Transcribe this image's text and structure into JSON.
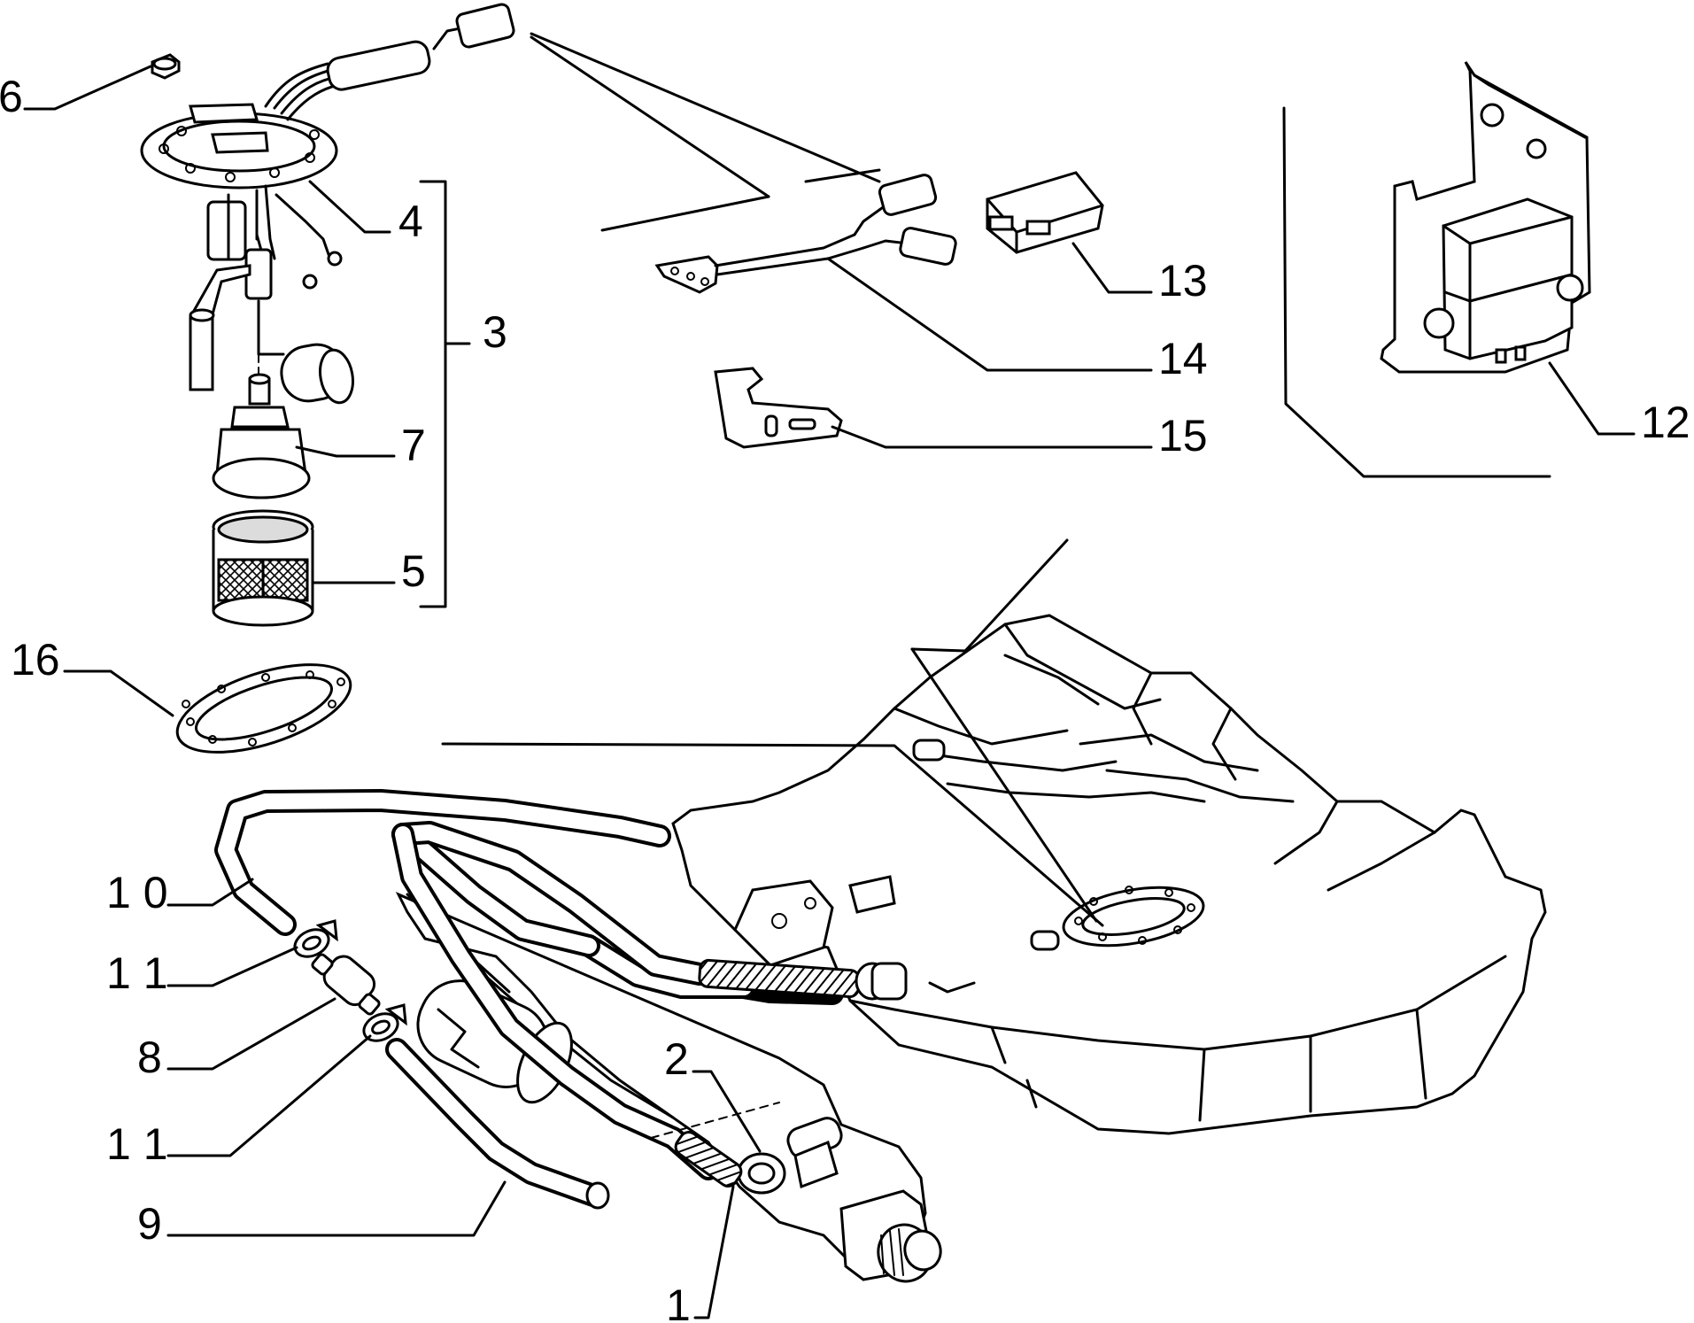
{
  "colors": {
    "ink": "#000000",
    "paper": "#ffffff",
    "shade": "#dcdcdc"
  },
  "callouts": [
    {
      "id": "1",
      "text": "1"
    },
    {
      "id": "2",
      "text": "2"
    },
    {
      "id": "3",
      "text": "3"
    },
    {
      "id": "4",
      "text": "4"
    },
    {
      "id": "5",
      "text": "5"
    },
    {
      "id": "6",
      "text": "6"
    },
    {
      "id": "7",
      "text": "7"
    },
    {
      "id": "8",
      "text": "8"
    },
    {
      "id": "9",
      "text": "9"
    },
    {
      "id": "10",
      "text": "1 0"
    },
    {
      "id": "11a",
      "text": "1 1"
    },
    {
      "id": "11b",
      "text": "1 1"
    },
    {
      "id": "12",
      "text": "12"
    },
    {
      "id": "13",
      "text": "13"
    },
    {
      "id": "14",
      "text": "14"
    },
    {
      "id": "15",
      "text": "15"
    },
    {
      "id": "16",
      "text": "16"
    }
  ]
}
